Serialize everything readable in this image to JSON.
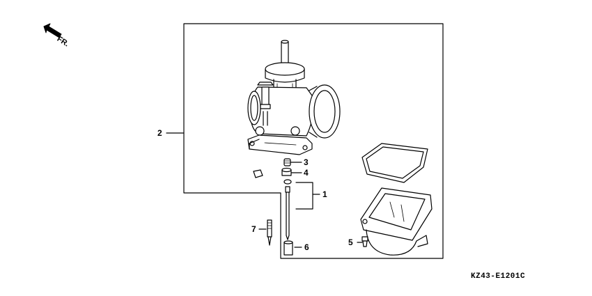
{
  "direction": {
    "label": "FR.",
    "icon": "front-direction-arrow-icon"
  },
  "callouts": {
    "c1": "1",
    "c2": "2",
    "c3": "3",
    "c4": "4",
    "c5": "5",
    "c6": "6",
    "c7": "7"
  },
  "diagram_code": "KZ43-E1201C",
  "colors": {
    "line": "#000000",
    "background": "#ffffff"
  }
}
